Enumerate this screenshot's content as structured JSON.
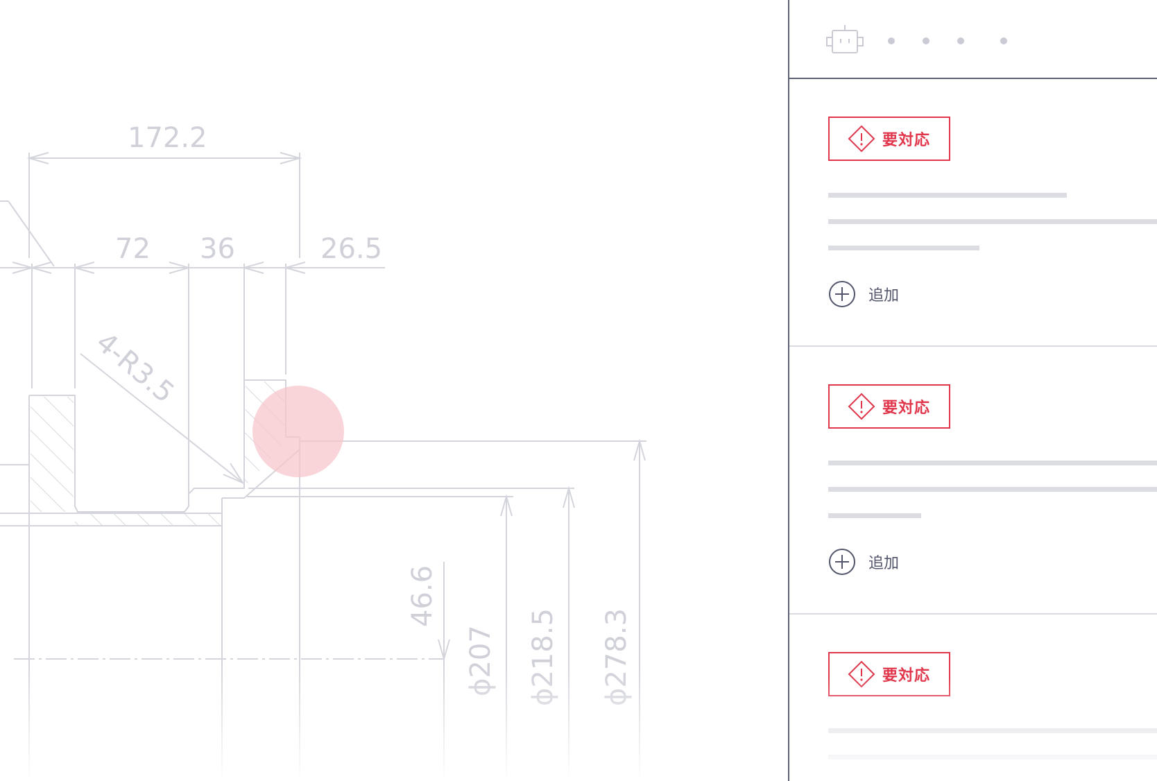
{
  "drawing": {
    "dimensions": {
      "top_width": "172.2",
      "seg_72": "72",
      "seg_36": "36",
      "seg_26_5": "26.5",
      "radius_note": "4-R3.5",
      "height_46_6": "46.6",
      "dia_207": "ϕ207",
      "dia_218_5": "ϕ218.5",
      "dia_278_3": "ϕ278.3"
    },
    "highlight_color": "#f7c6cb",
    "line_color": "#d4d5dc"
  },
  "panel": {
    "toolbar": {
      "icon": "robot-icon",
      "pager_dots": 4
    },
    "cards": [
      {
        "badge_label": "要対応",
        "badge_icon": "warning-diamond-icon",
        "add_label": "追加"
      },
      {
        "badge_label": "要対応",
        "badge_icon": "warning-diamond-icon",
        "add_label": "追加"
      },
      {
        "badge_label": "要対応",
        "badge_icon": "warning-diamond-icon"
      }
    ],
    "accent_color": "#e0354a"
  }
}
